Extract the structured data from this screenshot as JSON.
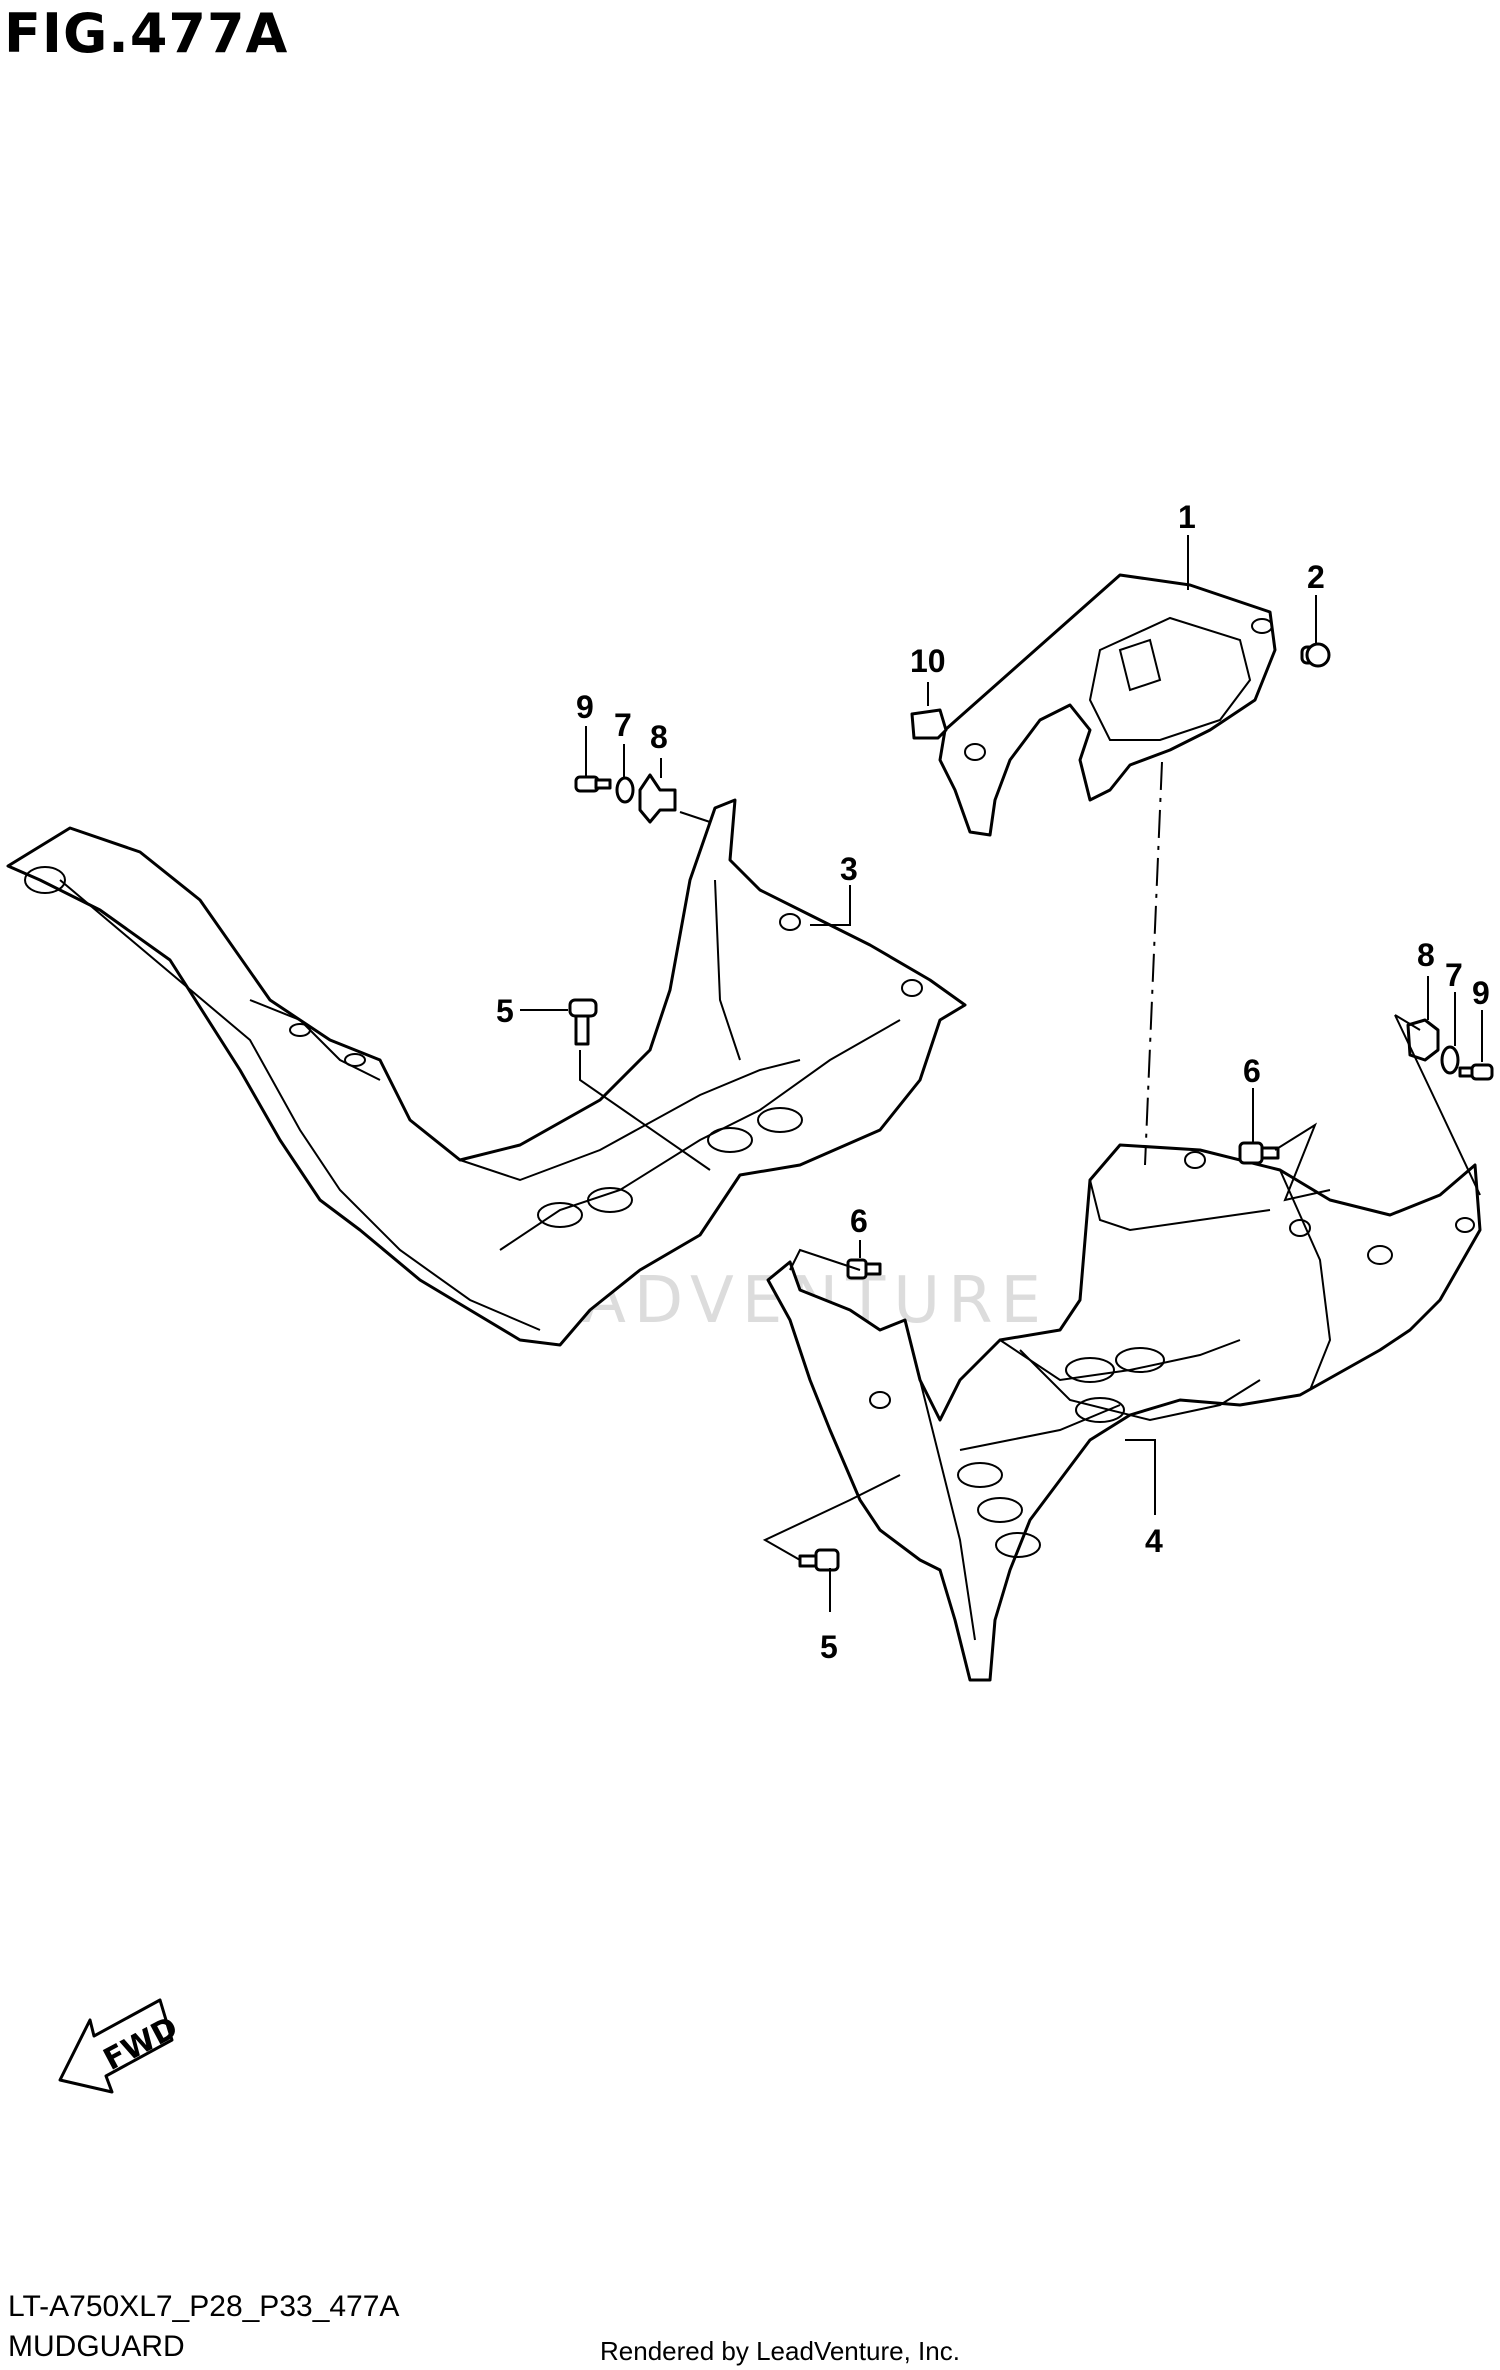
{
  "figure": {
    "title": "FIG.477A",
    "model_code": "LT-A750XL7_P28_P33_477A",
    "name": "MUDGUARD",
    "credit": "Rendered by LeadVenture, Inc.",
    "watermark": "LEADVENTURE",
    "fwd_label": "FWD"
  },
  "callouts": [
    {
      "id": "c1",
      "label": "1"
    },
    {
      "id": "c2",
      "label": "2"
    },
    {
      "id": "c3",
      "label": "3"
    },
    {
      "id": "c4",
      "label": "4"
    },
    {
      "id": "c5a",
      "label": "5"
    },
    {
      "id": "c5b",
      "label": "5"
    },
    {
      "id": "c6a",
      "label": "6"
    },
    {
      "id": "c6b",
      "label": "6"
    },
    {
      "id": "c7a",
      "label": "7"
    },
    {
      "id": "c7b",
      "label": "7"
    },
    {
      "id": "c8a",
      "label": "8"
    },
    {
      "id": "c8b",
      "label": "8"
    },
    {
      "id": "c9a",
      "label": "9"
    },
    {
      "id": "c9b",
      "label": "9"
    },
    {
      "id": "c10",
      "label": "10"
    }
  ]
}
